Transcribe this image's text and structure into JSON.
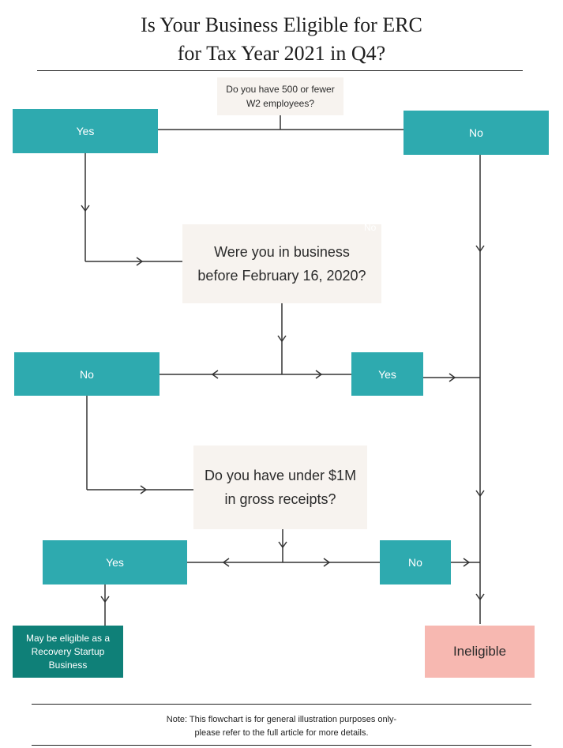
{
  "title": {
    "line1": "Is Your Business Eligible for ERC",
    "line2": "for Tax Year 2021 in Q4?"
  },
  "nodes": {
    "q1": "Do you have 500 or fewer W2 employees?",
    "q1_yes": "Yes",
    "q1_no": "No",
    "q2": "Were you in business before February 16, 2020?",
    "q2_no": "No",
    "q2_yes": "Yes",
    "q3": "Do you have under $1M in gross receipts?",
    "q3_yes": "Yes",
    "q3_no": "No",
    "recovery": "May be eligible as a Recovery Startup Business",
    "ineligible": "Ineligible",
    "ghost_label": "No"
  },
  "note": {
    "line1": "Note: This flowchart is for general illustration purposes only-",
    "line2": "please refer to the full article for more details."
  },
  "colors": {
    "teal": "#2eaaaf",
    "dark_teal": "#0f8078",
    "pink": "#f7b8b1",
    "question_bg": "#f7f3ef"
  }
}
